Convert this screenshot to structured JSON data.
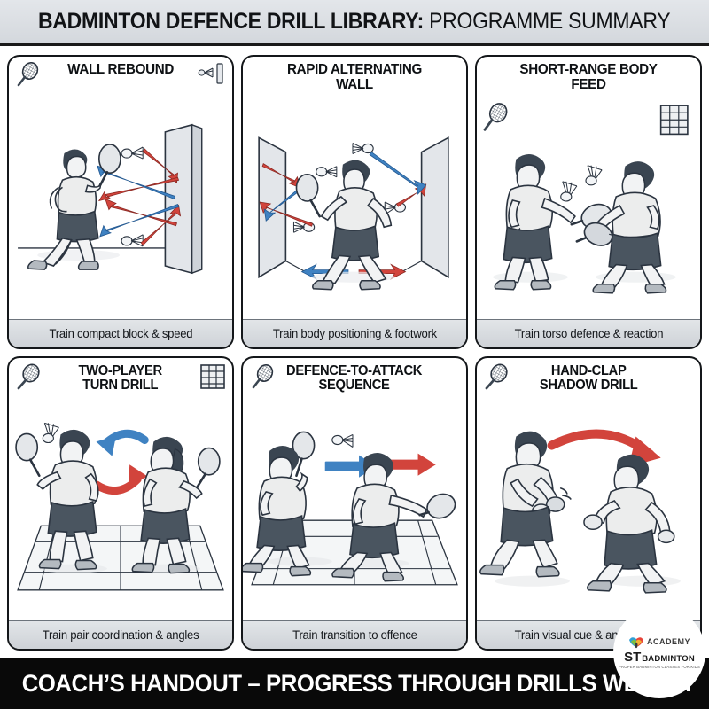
{
  "header": {
    "title_strong": "BADMINTON DEFENCE DRILL LIBRARY:",
    "title_light": " PROGRAMME SUMMARY"
  },
  "footer": {
    "title": "COACH’S HANDOUT – PROGRESS THROUGH DRILLS WEEKLY"
  },
  "logo": {
    "academy": "ACADEMY",
    "st": "ST",
    "badminton": "BADMINTON",
    "tagline": "PROPER BADMINTON CLASSES FOR KIDS"
  },
  "colors": {
    "arrow_red": "#d2443c",
    "arrow_blue": "#3f82c2",
    "ink": "#14171a",
    "header_band": "#d9dce0",
    "caption_band": "#d8dbdf",
    "footer_band": "#090909",
    "skin": "#f2f2f2",
    "hair": "#3a4551",
    "shorts": "#4a5560",
    "shirt": "#eceded",
    "shoe": "#b4bac0",
    "wall": "#dde0e4"
  },
  "cards": [
    {
      "title": "WALL REBOUND",
      "title_lines": [
        "WALL REBOUND"
      ],
      "caption": "Train compact block & speed",
      "icons": [
        "racket-icon",
        "shuttlecock-icon",
        "wall-icon"
      ],
      "scene": "wall-rebound"
    },
    {
      "title": "RAPID ALTERNATING WALL",
      "title_lines": [
        "RAPID ALTERNATING WALL"
      ],
      "caption": "Train body positioning & footwork",
      "icons": [],
      "scene": "rapid-alternating-wall"
    },
    {
      "title": "SHORT-RANGE BODY FEED",
      "title_lines": [
        "SHORT-RANGE BODY FEED"
      ],
      "caption": "Train torso defence & reaction",
      "icons": [
        "racket-icon",
        "net-grid-icon"
      ],
      "scene": "short-range-body-feed"
    },
    {
      "title": "TWO-PLAYER TURN DRILL",
      "title_lines": [
        "TWO-PLAYER",
        "TURN DRILL"
      ],
      "caption": "Train pair coordination & angles",
      "icons": [
        "racket-icon",
        "net-grid-icon"
      ],
      "scene": "two-player-turn-drill"
    },
    {
      "title": "DEFENCE-TO-ATTACK SEQUENCE",
      "title_lines": [
        "DEFENCE-TO-ATTACK",
        "SEQUENCE"
      ],
      "caption": "Train transition to offence",
      "icons": [
        "racket-icon"
      ],
      "scene": "defence-to-attack-sequence"
    },
    {
      "title": "HAND-CLAP SHADOW DRILL",
      "title_lines": [
        "HAND-CLAP",
        "SHADOW DRILL"
      ],
      "caption": "Train visual cue & anticipation",
      "icons": [
        "racket-icon"
      ],
      "scene": "hand-clap-shadow-drill"
    }
  ]
}
